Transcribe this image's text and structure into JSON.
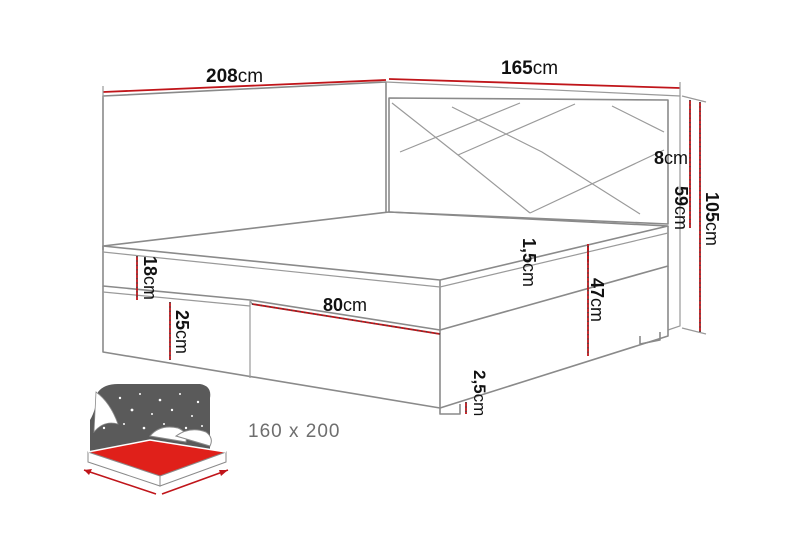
{
  "dimensions": {
    "total_length": {
      "value": "208",
      "unit": "cm"
    },
    "width": {
      "value": "165",
      "unit": "cm"
    },
    "headboard_total_height": {
      "value": "105",
      "unit": "cm"
    },
    "headboard_panel_height": {
      "value": "59",
      "unit": "cm"
    },
    "headboard_thickness": {
      "value": "8",
      "unit": "cm"
    },
    "topper_thickness": {
      "value": "1,5",
      "unit": "cm"
    },
    "bed_height": {
      "value": "47",
      "unit": "cm"
    },
    "mattress_height": {
      "value": "18",
      "unit": "cm"
    },
    "base_height": {
      "value": "25",
      "unit": "cm"
    },
    "drawer_width": {
      "value": "80",
      "unit": "cm"
    },
    "leg_height": {
      "value": "2,5",
      "unit": "cm"
    }
  },
  "sleeping_area": "160 x 200",
  "colors": {
    "dimension_line": "#c0151a",
    "outline": "#8a8a8a",
    "mattress_icon": "#e0201a"
  }
}
